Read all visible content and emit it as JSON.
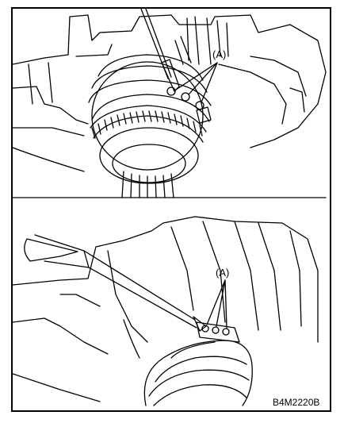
{
  "figure": {
    "code": "B4M2220B",
    "top_panel": {
      "callout": "(A)"
    },
    "bottom_panel": {
      "callout": "(A)"
    }
  },
  "colors": {
    "line": "#000000",
    "background": "#ffffff"
  }
}
